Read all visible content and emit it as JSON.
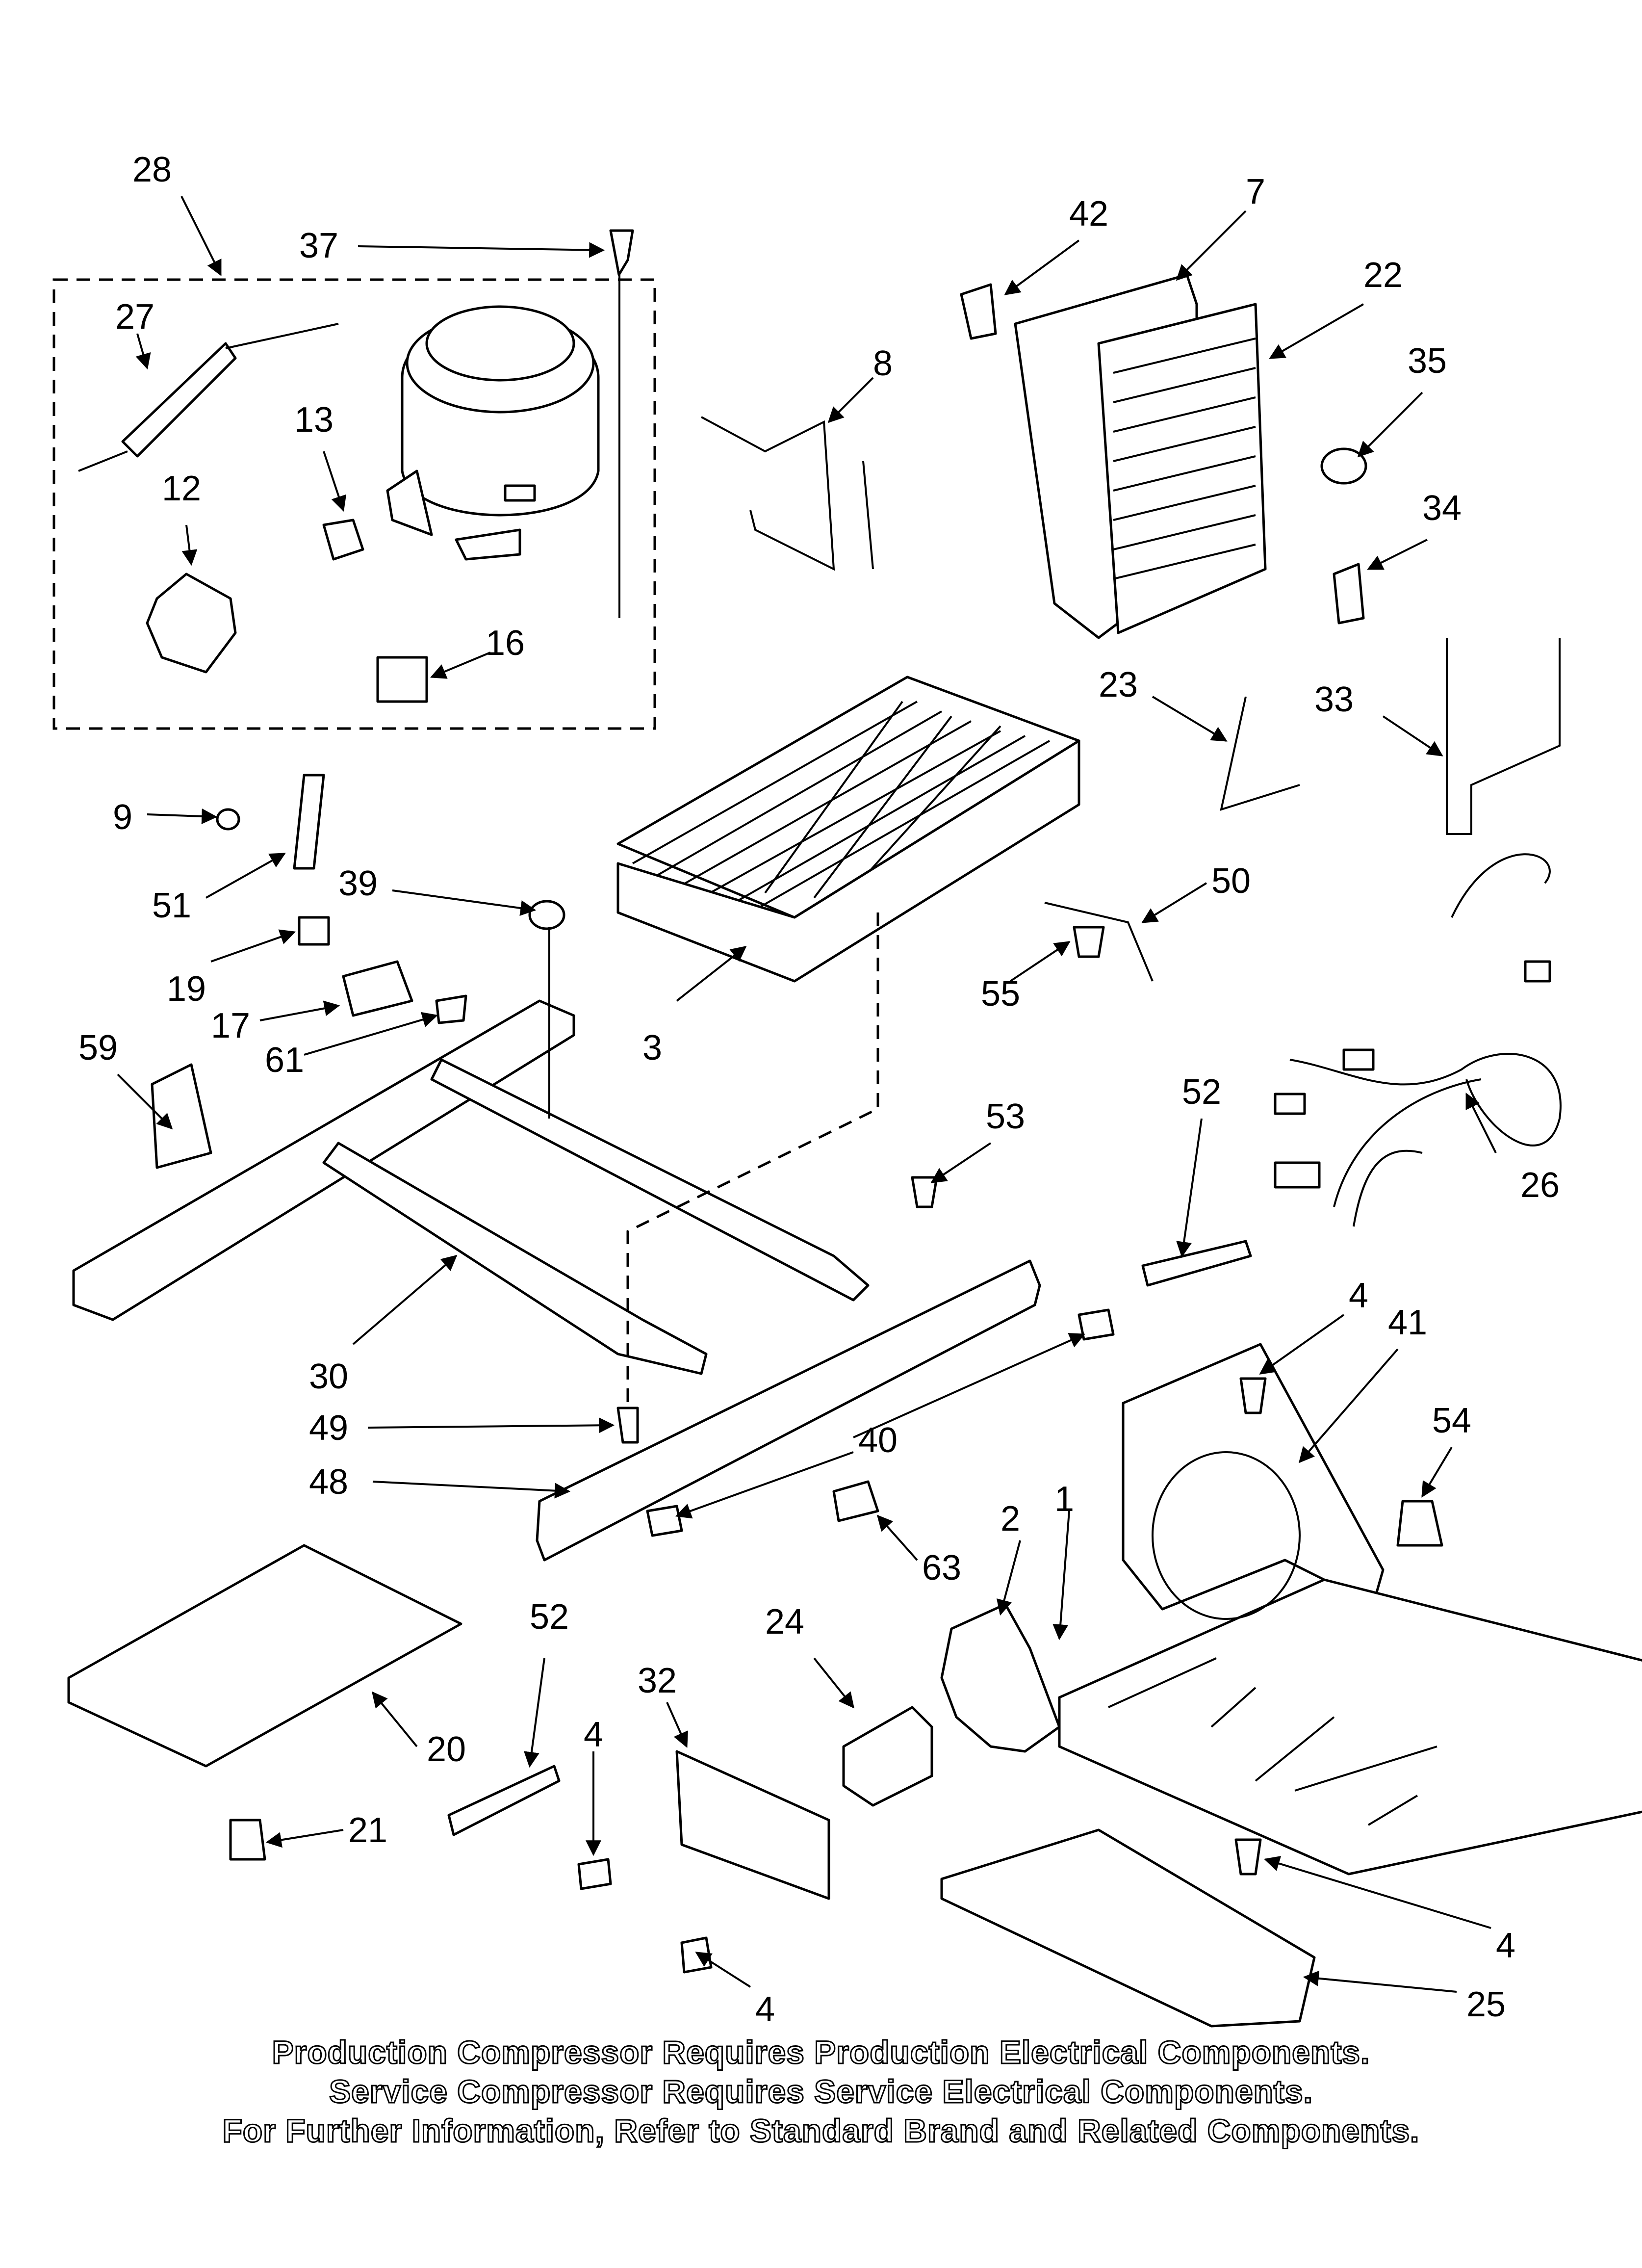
{
  "callouts": [
    "28",
    "37",
    "27",
    "13",
    "12",
    "16",
    "42",
    "7",
    "22",
    "8",
    "35",
    "34",
    "23",
    "33",
    "9",
    "51",
    "39",
    "19",
    "17",
    "61",
    "59",
    "3",
    "50",
    "55",
    "52",
    "26",
    "53",
    "30",
    "49",
    "48",
    "40",
    "4",
    "41",
    "54",
    "63",
    "2",
    "1",
    "24",
    "32",
    "20",
    "21",
    "25"
  ],
  "notes": [
    "Production Compressor Requires Production Electrical Components.",
    "Service Compressor Requires Service Electrical Components.",
    "For Further Information, Refer to Standard Brand and Related Components."
  ]
}
